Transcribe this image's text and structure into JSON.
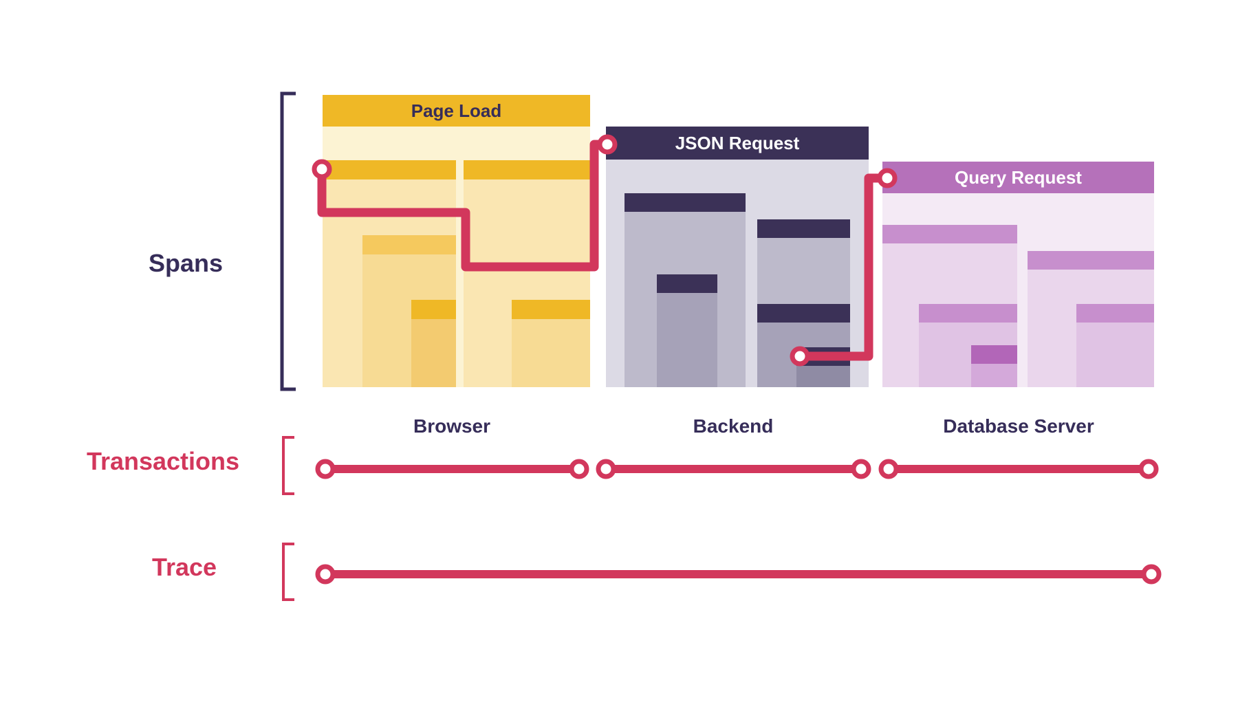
{
  "labels": {
    "spans": "Spans",
    "transactions": "Transactions",
    "trace": "Trace"
  },
  "panels": [
    {
      "title": "Page Load",
      "service": "Browser"
    },
    {
      "title": "JSON Request",
      "service": "Backend"
    },
    {
      "title": "Query Request",
      "service": "Database Server"
    }
  ],
  "colors": {
    "navy": "#362D59",
    "crimson": "#D2375C",
    "gold": "#EFB826",
    "gold-light": "#F5C95E",
    "yellow-panel": "#FCF3D3",
    "yellow-1": "#FAE6B2",
    "yellow-2": "#F7DB94",
    "yellow-3": "#F3CB70",
    "navy-header": "#3B3157",
    "gray-panel": "#DCDAE5",
    "gray-1": "#BDBACB",
    "gray-2": "#A6A2B8",
    "gray-3": "#8F8BA4",
    "purple-header": "#B571BA",
    "purple-bar": "#C78FCD",
    "purple-deep": "#B266B8",
    "lav-panel": "#F4EAF5",
    "lav-1": "#EAD6EC",
    "lav-2": "#E0C3E4",
    "lav-3": "#D4A9DA"
  }
}
